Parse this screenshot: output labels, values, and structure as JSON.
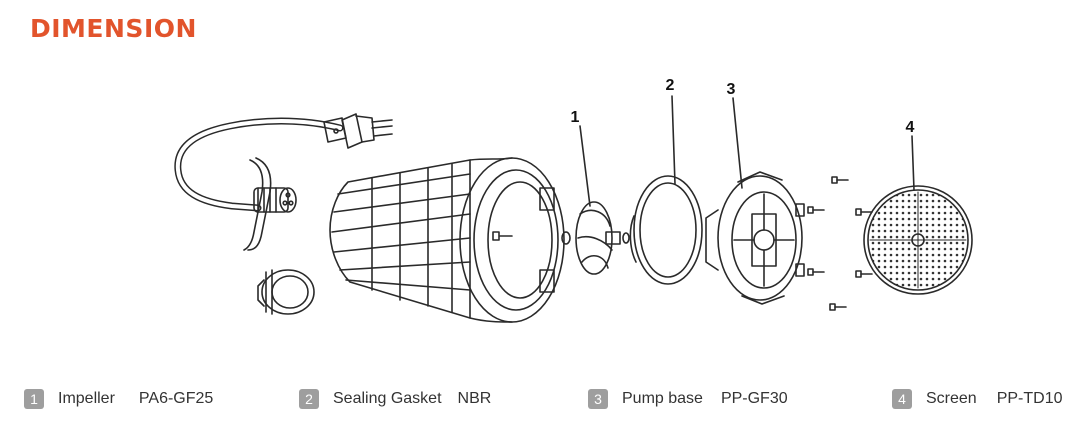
{
  "heading": {
    "title": "DIMENSION",
    "color": "#E2542C"
  },
  "callouts": [
    "1",
    "2",
    "3",
    "4"
  ],
  "legend": [
    {
      "num": "1",
      "name": "Impeller",
      "material": "PA6-GF25"
    },
    {
      "num": "2",
      "name": "Sealing Gasket",
      "material": "NBR"
    },
    {
      "num": "3",
      "name": "Pump base",
      "material": "PP-GF30"
    },
    {
      "num": "4",
      "name": "Screen",
      "material": "PP-TD10"
    }
  ],
  "colors": {
    "badge": "#9E9E9E",
    "line": "#2a2a2a",
    "legend_text": "#333333"
  },
  "parts_icons": [
    "power-plug-icon",
    "cable-icon",
    "connector-icon",
    "pipe-fitting-icon",
    "motor-housing-icon",
    "impeller-icon",
    "sealing-gasket-icon",
    "pump-base-icon",
    "screw-icon",
    "screen-icon"
  ]
}
